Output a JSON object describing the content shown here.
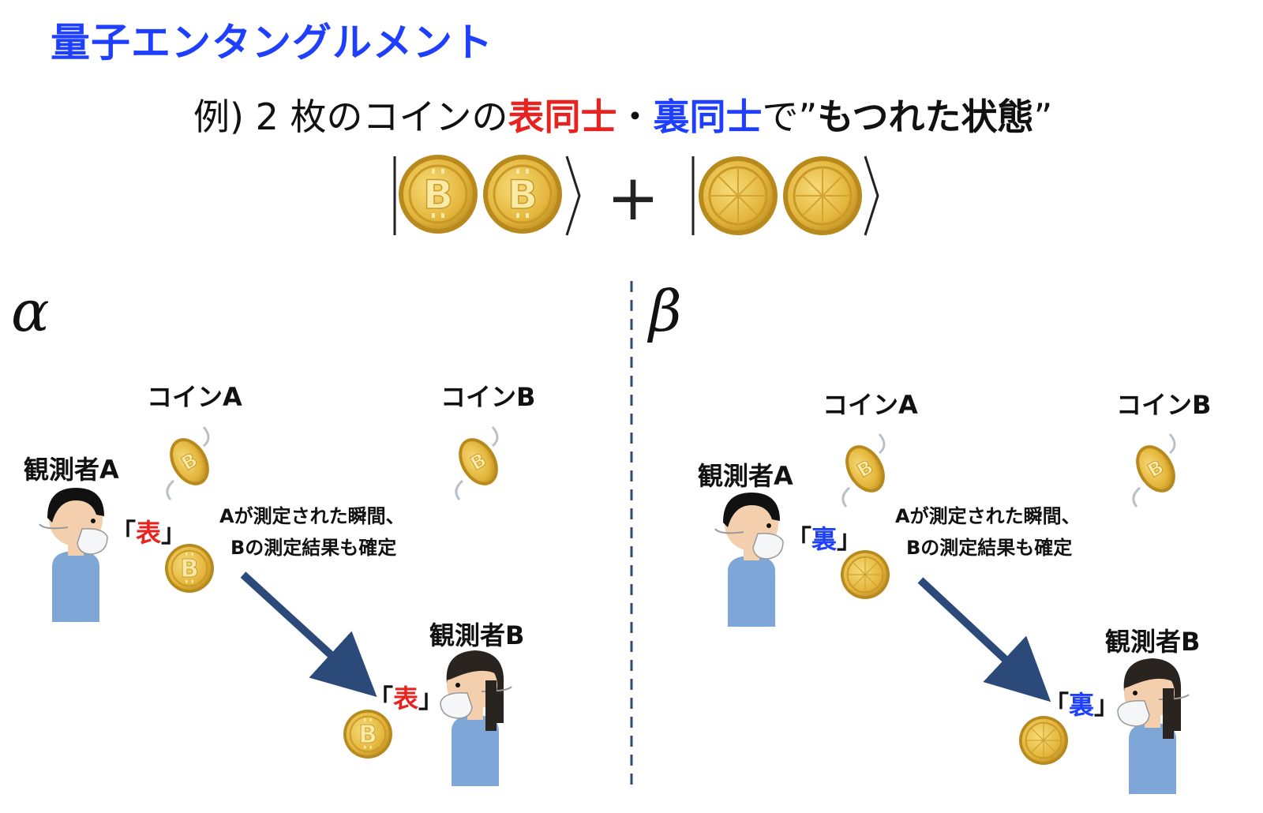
{
  "title": "量子エンタングルメント",
  "example": {
    "prefix": "例) 2 枚のコインの",
    "heads_pair": "表同士",
    "sep": "・",
    "tails_pair": "裏同士",
    "middle": "で”",
    "entangled": "もつれた状態",
    "suffix": "”"
  },
  "equation": {
    "plus": "+"
  },
  "panels": {
    "alpha": {
      "symbol": "α",
      "coin_a": "コインA",
      "coin_b": "コインB",
      "observer_a": "観測者A",
      "observer_b": "観測者B",
      "result_open": "「",
      "result_a": "表",
      "result_close": "」",
      "result_b": "表",
      "note_line1": "Aが測定された瞬間、",
      "note_line2": "Bの測定結果も確定"
    },
    "beta": {
      "symbol": "β",
      "coin_a": "コインA",
      "coin_b": "コインB",
      "observer_a": "観測者A",
      "observer_b": "観測者B",
      "result_open": "「",
      "result_a": "裏",
      "result_close": "」",
      "result_b": "裏",
      "note_line1": "Aが測定された瞬間、",
      "note_line2": "Bの測定結果も確定"
    }
  },
  "colors": {
    "title": "#1f3fff",
    "heads": "#e8231f",
    "tails": "#1f3fff",
    "arrow": "#2b4a7a",
    "coin": "#e3b43a",
    "divider": "#2b4a7a"
  }
}
